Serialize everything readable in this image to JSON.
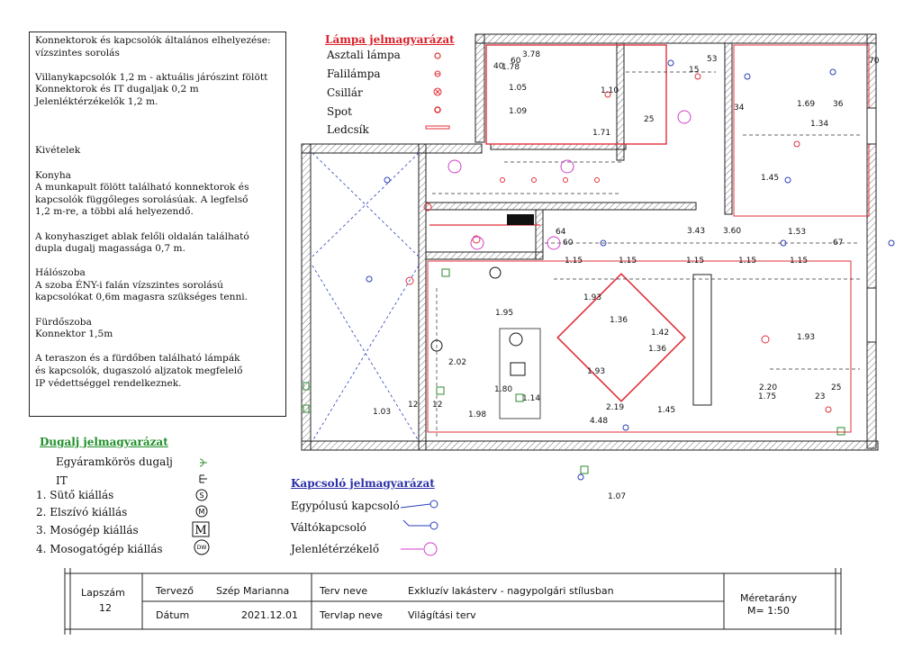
{
  "notes": {
    "lines": [
      "Konnektorok és kapcsolók általános elhelyezése:",
      "vízszintes sorolás",
      "",
      "Villanykapcsolók 1,2 m - aktuális járószint fölött",
      "Konnektorok és IT dugaljak 0,2 m",
      "Jelenléktérzékelők 1,2 m.",
      "",
      "",
      "",
      "Kivételek",
      "",
      "Konyha",
      "A munkapult fölött található konnektorok és",
      "kapcsolók függőleges sorolásúak. A legfelső",
      "1,2 m-re, a többi alá helyezendő.",
      "",
      "A konyhasziget ablak felőli oldalán található",
      "dupla dugalj magassága 0,7 m.",
      "",
      "Hálószoba",
      "A szoba ÉNY-i falán vízszintes sorolású",
      "kapcsolókat 0,6m magasra szükséges tenni.",
      "",
      "Fürdőszoba",
      "Konnektor 1,5m",
      "",
      "A teraszon és a fürdőben található lámpák",
      "és kapcsolók, dugaszoló aljzatok megfelelő",
      "IP védettséggel rendelkeznek."
    ]
  },
  "lamp_legend": {
    "title": "Lámpa jelmagyarázat",
    "items": [
      "Asztali lámpa",
      "Falilámpa",
      "Csillár",
      "Spot",
      "Ledcsík"
    ]
  },
  "socket_legend": {
    "title": "Dugalj jelmagyarázat",
    "items": [
      "Egyáramkörös dugalj",
      "IT",
      "1. Sütő kiállás",
      "2. Elszívó kiállás",
      "3. Mosógép kiállás",
      "4. Mosogatógép kiállás"
    ],
    "symbols": [
      "S",
      "M",
      "M",
      "DW"
    ]
  },
  "switch_legend": {
    "title": "Kapcsoló jelmagyarázat",
    "items": [
      "Egypólusú kapcsoló",
      "Váltókapcsoló",
      "Jelenlétérzékelő"
    ]
  },
  "dimensions": [
    "3.78",
    "1.78",
    "1.10",
    "1.09",
    "1.71",
    "1.05",
    "40",
    "60",
    "15",
    "53",
    "25",
    "70",
    "34",
    "1.69",
    "36",
    "1.34",
    "1.45",
    "64",
    "60",
    "3.43",
    "3.60",
    "1.53",
    "67",
    "1.15",
    "1.15",
    "1.15",
    "1.15",
    "1.15",
    "1.95",
    "1.93",
    "1.36",
    "1.42",
    "1.36",
    "1.93",
    "2.02",
    "1.80",
    "1.14",
    "1.98",
    "4.48",
    "2.19",
    "1.45",
    "1.03",
    "12",
    "12",
    "1.93",
    "2.20",
    "1.75",
    "23",
    "25",
    "1.07"
  ],
  "title_block": {
    "sheet_label": "Lapszám",
    "sheet_value": "12",
    "designer_label": "Tervező",
    "designer_value": "Szép Marianna",
    "date_label": "Dátum",
    "date_value": "2021.12.01",
    "plan_name_label": "Terv neve",
    "plan_name_value": "Exkluzív lakásterv - nagypolgári stílusban",
    "sheet_name_label": "Tervlap neve",
    "sheet_name_value": "Világítási terv",
    "scale_label": "Méretarány",
    "scale_value": "M= 1:50"
  },
  "colors": {
    "lamp_red": "#e0303a",
    "switch_blue": "#2a3fb8",
    "socket_green": "#2d8a2d",
    "detector_magenta": "#d13fc8",
    "legend_title_red": "#d9212b",
    "legend_title_green": "#1f8f2a",
    "legend_title_blue": "#2b2fa8"
  }
}
